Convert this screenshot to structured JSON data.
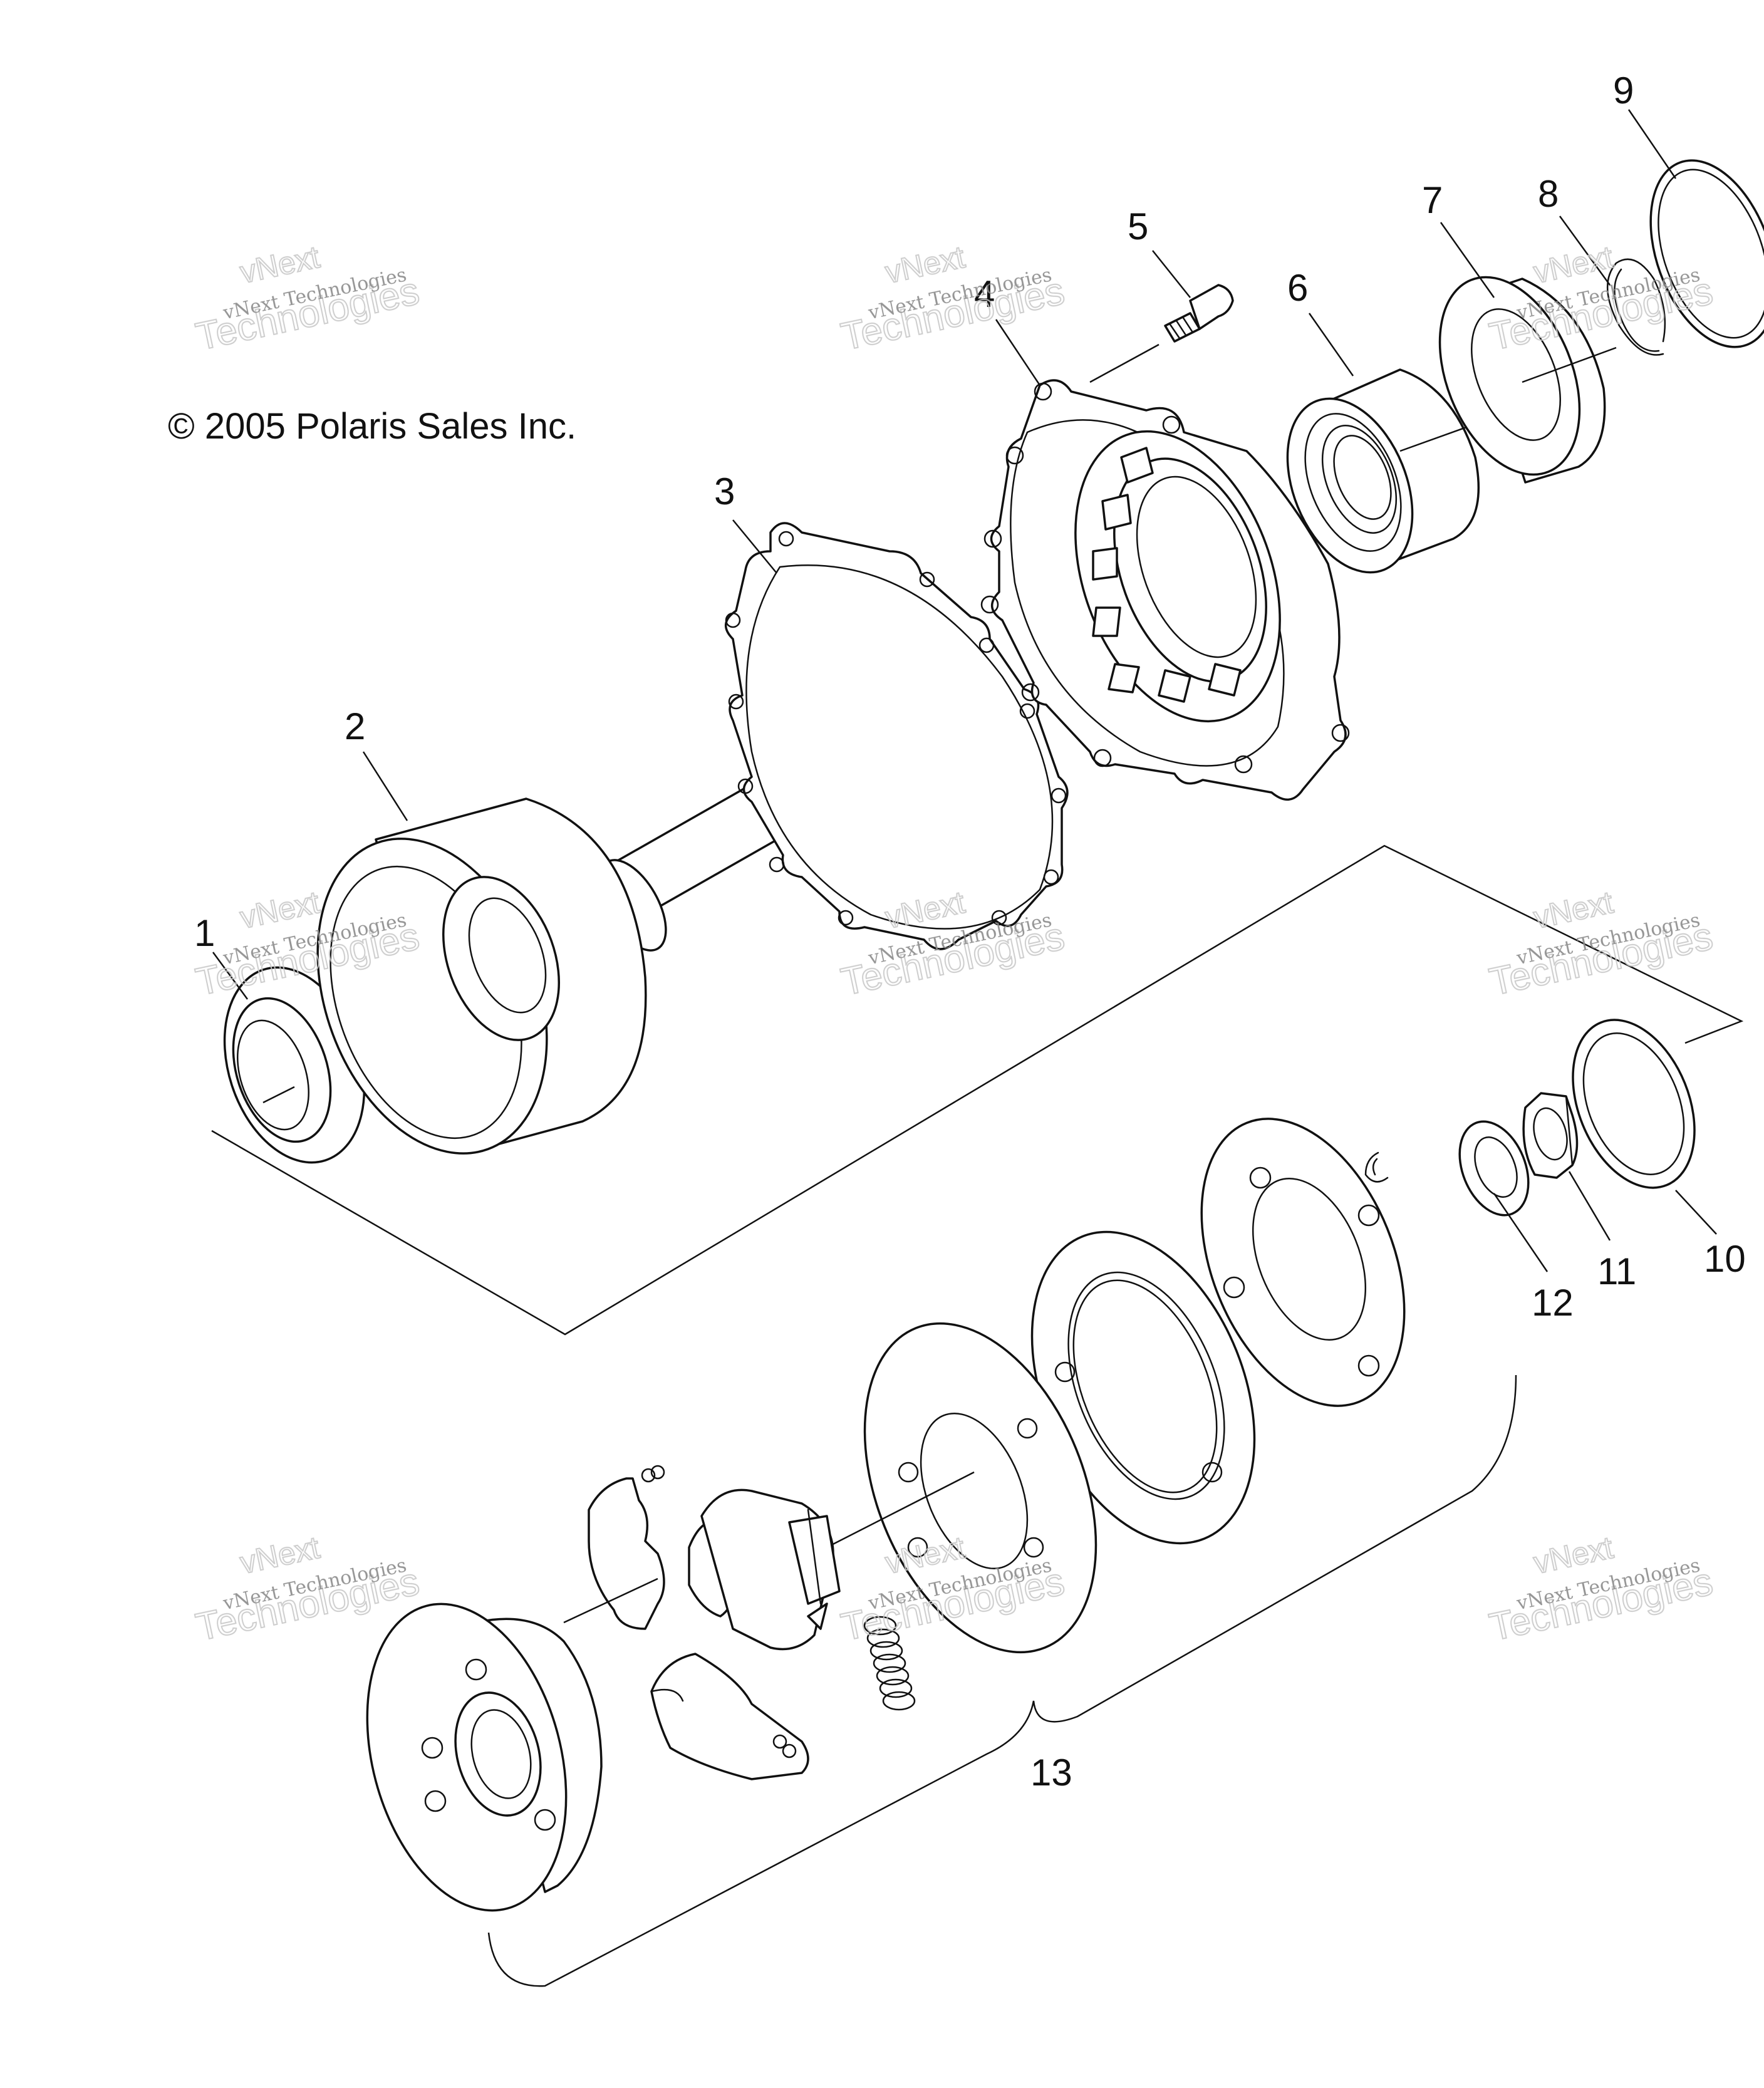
{
  "copyright": "© 2005 Polaris Sales Inc.",
  "callouts": [
    "1",
    "2",
    "3",
    "4",
    "5",
    "6",
    "7",
    "8",
    "9",
    "10",
    "11",
    "12",
    "13"
  ],
  "watermark": {
    "line1": "vNext Technologies",
    "line2": "vNext",
    "line3": "Technologies"
  }
}
